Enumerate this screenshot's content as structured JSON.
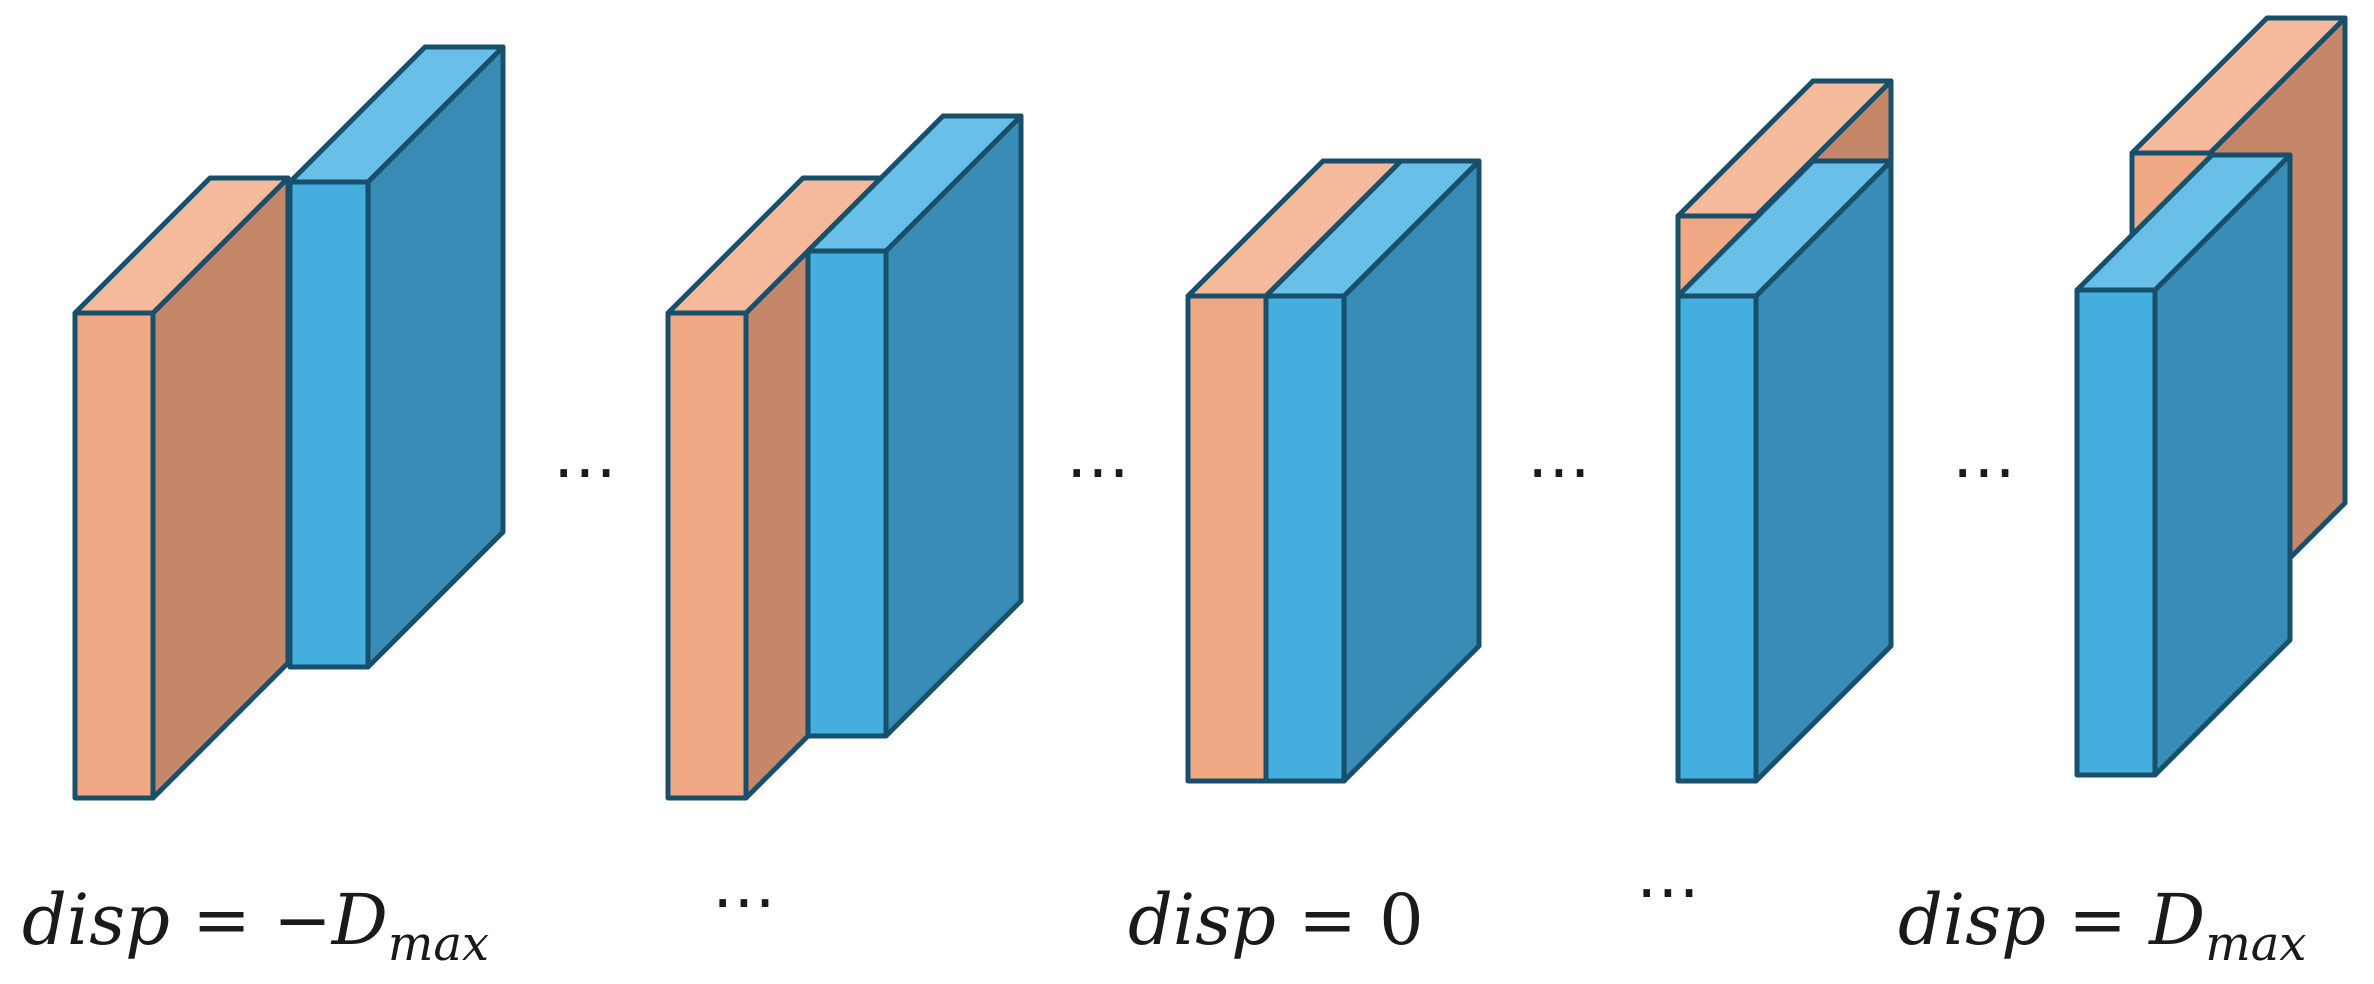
{
  "colors": {
    "orange_front": "#F0A885",
    "orange_top": "#F5B99B",
    "orange_side": "#C4876A",
    "blue_front": "#44AEDF",
    "blue_top": "#68BFE8",
    "blue_side": "#398CB6",
    "outline": "#184F6B"
  },
  "labels": {
    "neg": {
      "base": "disp",
      "eq": "=",
      "sign": "−",
      "var": "D",
      "sub": "max"
    },
    "zero": {
      "base": "disp",
      "eq": "=",
      "value": "0"
    },
    "pos": {
      "base": "disp",
      "eq": "=",
      "var": "D",
      "sub": "max"
    }
  },
  "ellipsis": "⋯"
}
